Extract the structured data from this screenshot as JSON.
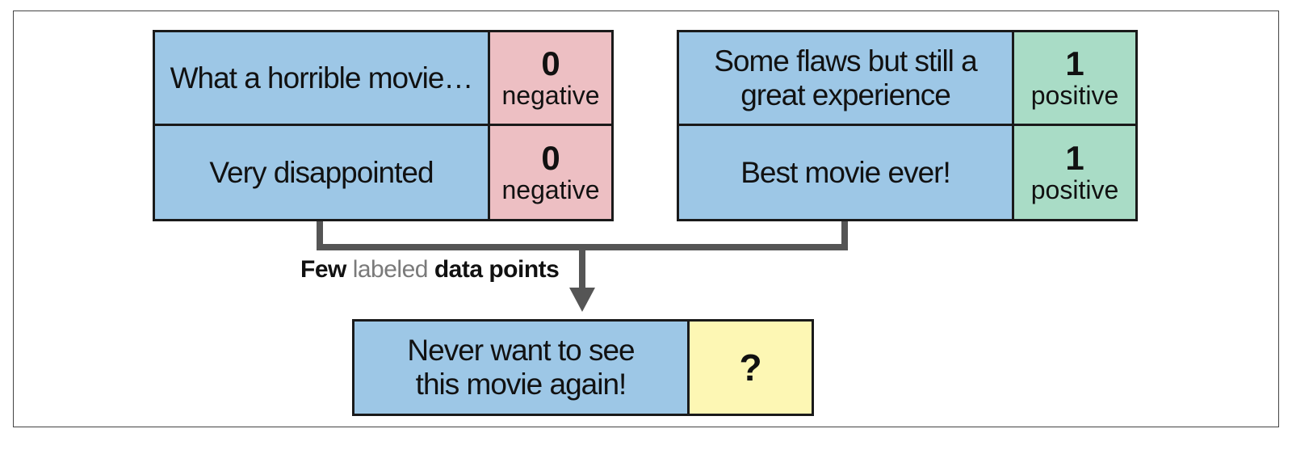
{
  "labeled_examples": [
    {
      "text": "What a horrible movie…",
      "label": "0",
      "sentiment": "negative"
    },
    {
      "text": "Very disappointed",
      "label": "0",
      "sentiment": "negative"
    },
    {
      "text": "Some flaws but still a great experience",
      "label": "1",
      "sentiment": "positive"
    },
    {
      "text": "Best movie ever!",
      "label": "1",
      "sentiment": "positive"
    }
  ],
  "caption": {
    "part1": "Few",
    "part2": "labeled",
    "part3": "data points"
  },
  "query": {
    "text": "Never want to see this movie again!",
    "label": "?"
  },
  "colors": {
    "text_cell": "#9dc7e6",
    "negative": "#edbfc3",
    "positive": "#a9dcc6",
    "unknown": "#fdf7b4",
    "connector": "#555555"
  }
}
